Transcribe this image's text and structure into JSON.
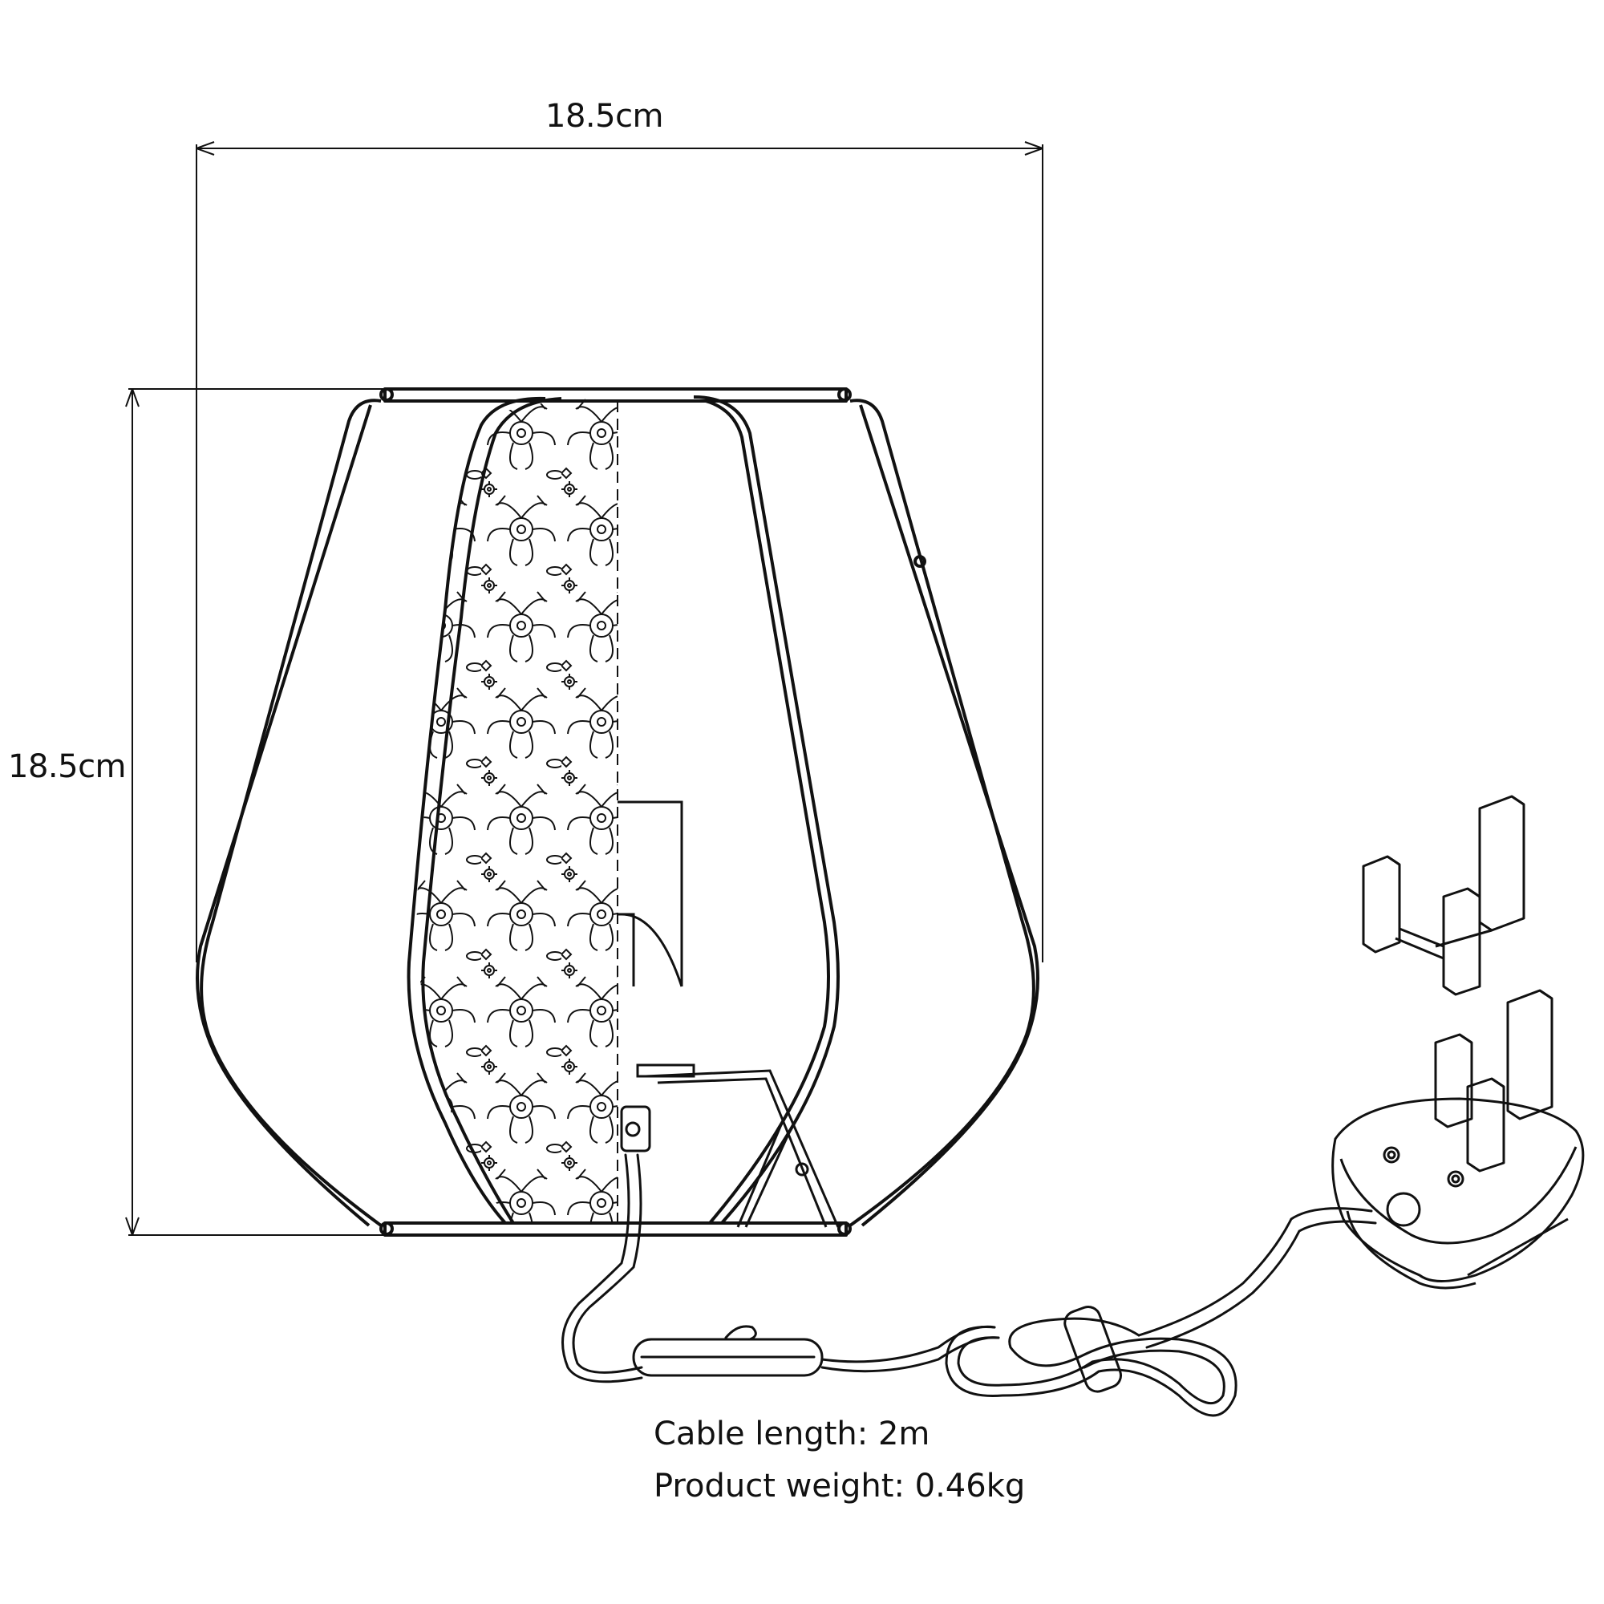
{
  "dimensions": {
    "width_label": "18.5cm",
    "height_label": "18.5cm"
  },
  "specs": {
    "cable_length": "Cable length: 2m",
    "product_weight": "Product weight: 0.46kg"
  },
  "colors": {
    "line": "#111111",
    "background": "#ffffff"
  }
}
